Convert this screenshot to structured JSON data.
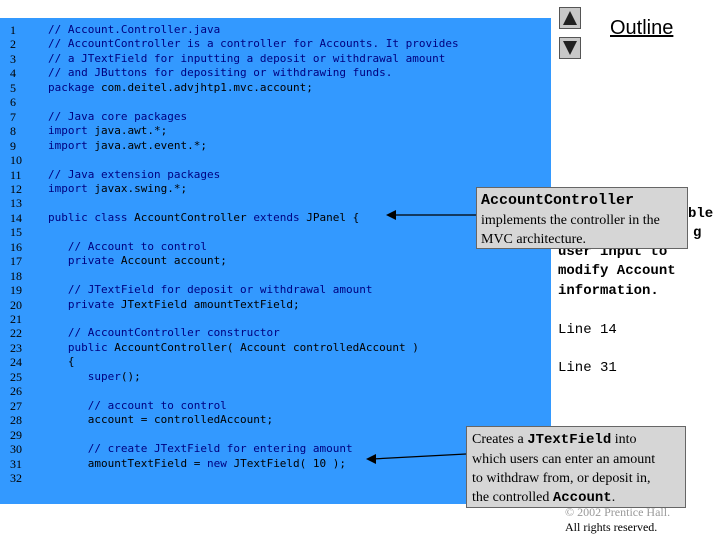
{
  "code_lines": [
    {
      "num": "1",
      "parts": [
        {
          "t": "// Account.Controller.java",
          "c": "cm"
        }
      ]
    },
    {
      "num": "2",
      "parts": [
        {
          "t": "// AccountController is a controller for Accounts. It provides",
          "c": "cm"
        }
      ]
    },
    {
      "num": "3",
      "parts": [
        {
          "t": "// a JTextField for inputting a deposit or withdrawal amount",
          "c": "cm"
        }
      ]
    },
    {
      "num": "4",
      "parts": [
        {
          "t": "// and JButtons for depositing or withdrawing funds.",
          "c": "cm"
        }
      ]
    },
    {
      "num": "5",
      "parts": [
        {
          "t": "package ",
          "c": "kw"
        },
        {
          "t": "com.deitel.advjhtp1.mvc.account;",
          "c": "tx"
        }
      ]
    },
    {
      "num": "6",
      "parts": []
    },
    {
      "num": "7",
      "parts": [
        {
          "t": "// Java core packages",
          "c": "cm"
        }
      ]
    },
    {
      "num": "8",
      "parts": [
        {
          "t": "import ",
          "c": "kw"
        },
        {
          "t": "java.awt.*;",
          "c": "tx"
        }
      ]
    },
    {
      "num": "9",
      "parts": [
        {
          "t": "import ",
          "c": "kw"
        },
        {
          "t": "java.awt.event.*;",
          "c": "tx"
        }
      ]
    },
    {
      "num": "10",
      "parts": []
    },
    {
      "num": "11",
      "parts": [
        {
          "t": "// Java extension packages",
          "c": "cm"
        }
      ]
    },
    {
      "num": "12",
      "parts": [
        {
          "t": "import ",
          "c": "kw"
        },
        {
          "t": "javax.swing.*;",
          "c": "tx"
        }
      ]
    },
    {
      "num": "13",
      "parts": []
    },
    {
      "num": "14",
      "parts": [
        {
          "t": "public class ",
          "c": "kw"
        },
        {
          "t": "AccountController ",
          "c": "tx"
        },
        {
          "t": "extends ",
          "c": "kw"
        },
        {
          "t": "JPanel {",
          "c": "tx"
        }
      ]
    },
    {
      "num": "15",
      "parts": []
    },
    {
      "num": "16",
      "parts": [
        {
          "t": "   // Account to control",
          "c": "cm"
        }
      ]
    },
    {
      "num": "17",
      "parts": [
        {
          "t": "   private ",
          "c": "kw"
        },
        {
          "t": "Account account;",
          "c": "tx"
        }
      ]
    },
    {
      "num": "18",
      "parts": []
    },
    {
      "num": "19",
      "parts": [
        {
          "t": "   // JTextField for deposit or withdrawal amount",
          "c": "cm"
        }
      ]
    },
    {
      "num": "20",
      "parts": [
        {
          "t": "   private ",
          "c": "kw"
        },
        {
          "t": "JTextField amountTextField;",
          "c": "tx"
        }
      ]
    },
    {
      "num": "21",
      "parts": []
    },
    {
      "num": "22",
      "parts": [
        {
          "t": "   // AccountController constructor",
          "c": "cm"
        }
      ]
    },
    {
      "num": "23",
      "parts": [
        {
          "t": "   public ",
          "c": "kw"
        },
        {
          "t": "AccountController( Account controlledAccount )",
          "c": "tx"
        }
      ]
    },
    {
      "num": "24",
      "parts": [
        {
          "t": "   {",
          "c": "tx"
        }
      ]
    },
    {
      "num": "25",
      "parts": [
        {
          "t": "      super",
          "c": "kw"
        },
        {
          "t": "();",
          "c": "tx"
        }
      ]
    },
    {
      "num": "26",
      "parts": []
    },
    {
      "num": "27",
      "parts": [
        {
          "t": "      // account to control",
          "c": "cm"
        }
      ]
    },
    {
      "num": "28",
      "parts": [
        {
          "t": "      account = controlledAccount;",
          "c": "tx"
        }
      ]
    },
    {
      "num": "29",
      "parts": []
    },
    {
      "num": "30",
      "parts": [
        {
          "t": "      // create JTextField for entering amount",
          "c": "cm"
        }
      ]
    },
    {
      "num": "31",
      "parts": [
        {
          "t": "      amountTextField = ",
          "c": "tx"
        },
        {
          "t": "new ",
          "c": "kw"
        },
        {
          "t": "JTextField( 10 );",
          "c": "tx"
        }
      ]
    },
    {
      "num": "32",
      "parts": []
    }
  ],
  "outline_label": "Outline",
  "side_notes": {
    "line1": "ble",
    "line2": "g",
    "line3": "user input to",
    "line4": "modify Account",
    "line5": "information.",
    "line14": "Line 14",
    "line31": "Line 31"
  },
  "callout1": {
    "mono": "AccountController",
    "text1": "implements the controller in the",
    "text2": "MVC architecture."
  },
  "callout2": {
    "pre": "Creates a ",
    "mono1": "JTextField",
    "post1": " into",
    "line2": "which users can enter an amount",
    "line3": "to withdraw from, or deposit in,",
    "pre4": "the controlled ",
    "mono4": "Account",
    "post4": "."
  },
  "copyright": {
    "line1": "© 2002 Prentice Hall.",
    "line2": "All rights reserved."
  },
  "colors": {
    "panel": "#3399ff",
    "keyword": "#00007f",
    "callout": "#d6d6d6"
  },
  "icons": [
    "nav-up-icon",
    "nav-down-icon"
  ]
}
